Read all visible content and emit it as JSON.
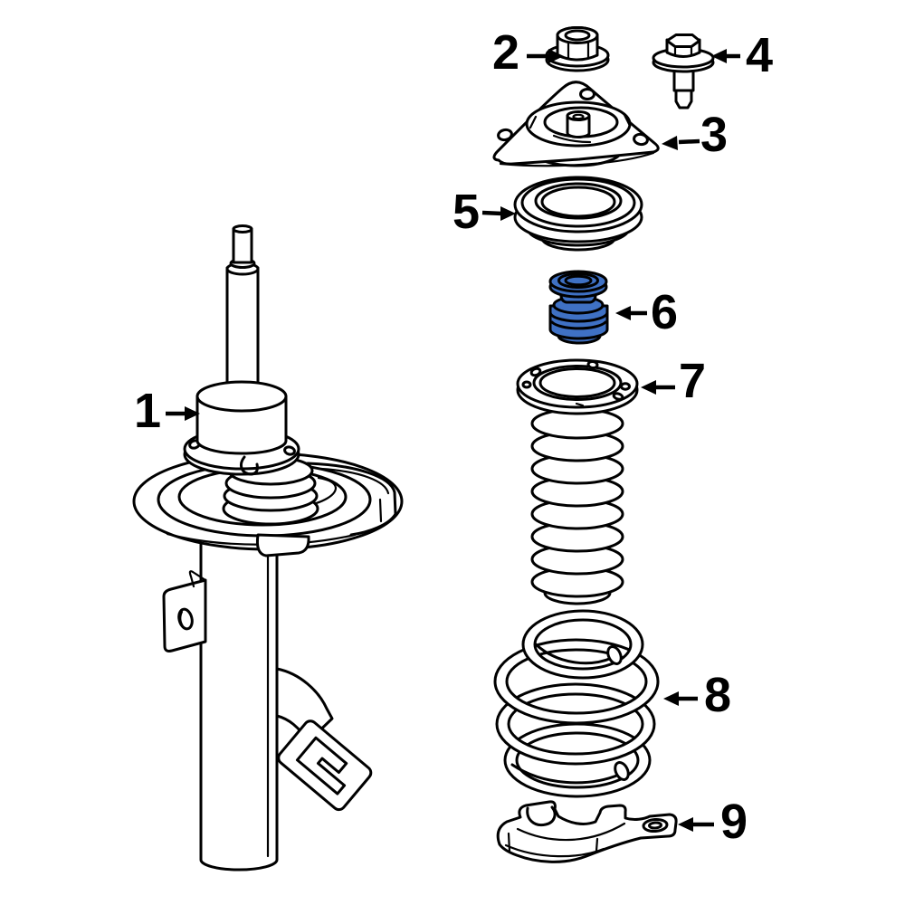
{
  "diagram": {
    "background_color": "#ffffff",
    "line_color": "#000000",
    "highlight_color": "#3f71c4",
    "callouts": [
      {
        "number": "1",
        "arrow": "right",
        "highlighted": false
      },
      {
        "number": "2",
        "arrow": "right",
        "highlighted": false
      },
      {
        "number": "3",
        "arrow": "left",
        "highlighted": false
      },
      {
        "number": "4",
        "arrow": "left",
        "highlighted": false
      },
      {
        "number": "5",
        "arrow": "right",
        "highlighted": false
      },
      {
        "number": "6",
        "arrow": "left",
        "highlighted": true
      },
      {
        "number": "7",
        "arrow": "left",
        "highlighted": false
      },
      {
        "number": "8",
        "arrow": "left",
        "highlighted": false
      },
      {
        "number": "9",
        "arrow": "left",
        "highlighted": false
      }
    ]
  }
}
